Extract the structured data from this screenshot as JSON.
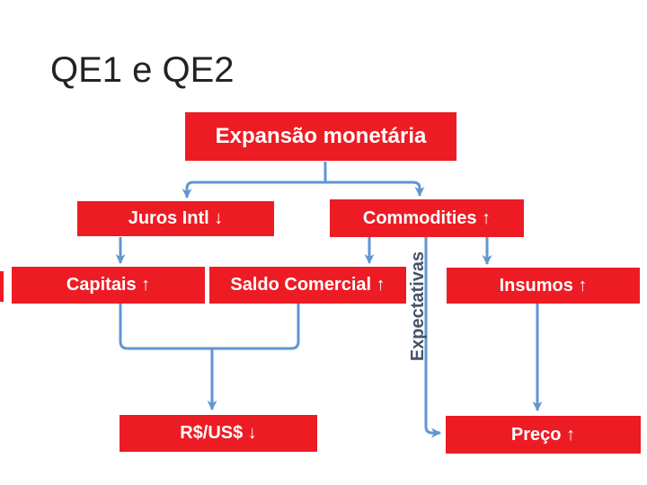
{
  "title": "QE1 e QE2",
  "boxes": {
    "expansao": {
      "label": "Expansão monetária"
    },
    "juros": {
      "label": "Juros Intl ↓"
    },
    "commodities": {
      "label": "Commodities ↑"
    },
    "capitais": {
      "label": "Capitais ↑"
    },
    "saldo": {
      "label": "Saldo Comercial ↑"
    },
    "insumos": {
      "label": "Insumos ↑"
    },
    "cambio": {
      "label": "R$/US$ ↓"
    },
    "preco": {
      "label": "Preço ↑"
    }
  },
  "vertical_label": "Expectativas",
  "colors": {
    "background": "#FFFFFF",
    "box_fill": "#ED1C24",
    "box_text": "#FFFFFF",
    "connector": "#6096D1",
    "vertical_label_text": "#44546A",
    "title_text": "#232323"
  }
}
